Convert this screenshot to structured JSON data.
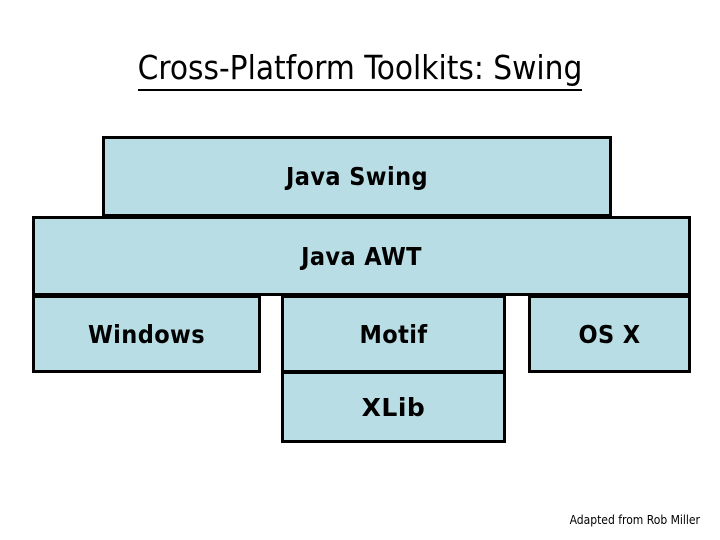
{
  "slide": {
    "title": "Cross-Platform Toolkits: Swing",
    "credit": "Adapted from Rob Miller"
  },
  "theme": {
    "box_fill": "#b9dde4",
    "box_border": "#000000",
    "text_color": "#000000",
    "background": "#ffffff"
  },
  "diagram": {
    "type": "layered-stack",
    "layers": [
      {
        "name": "application-toolkit",
        "boxes": [
          {
            "id": "java-swing",
            "label": "Java Swing"
          }
        ]
      },
      {
        "name": "abstraction-layer",
        "boxes": [
          {
            "id": "java-awt",
            "label": "Java AWT"
          }
        ]
      },
      {
        "name": "native-platform",
        "boxes": [
          {
            "id": "windows",
            "label": "Windows"
          },
          {
            "id": "motif",
            "label": "Motif"
          },
          {
            "id": "osx",
            "label": "OS X"
          }
        ]
      },
      {
        "name": "low-level",
        "boxes": [
          {
            "id": "xlib",
            "label": "XLib"
          }
        ]
      }
    ]
  }
}
